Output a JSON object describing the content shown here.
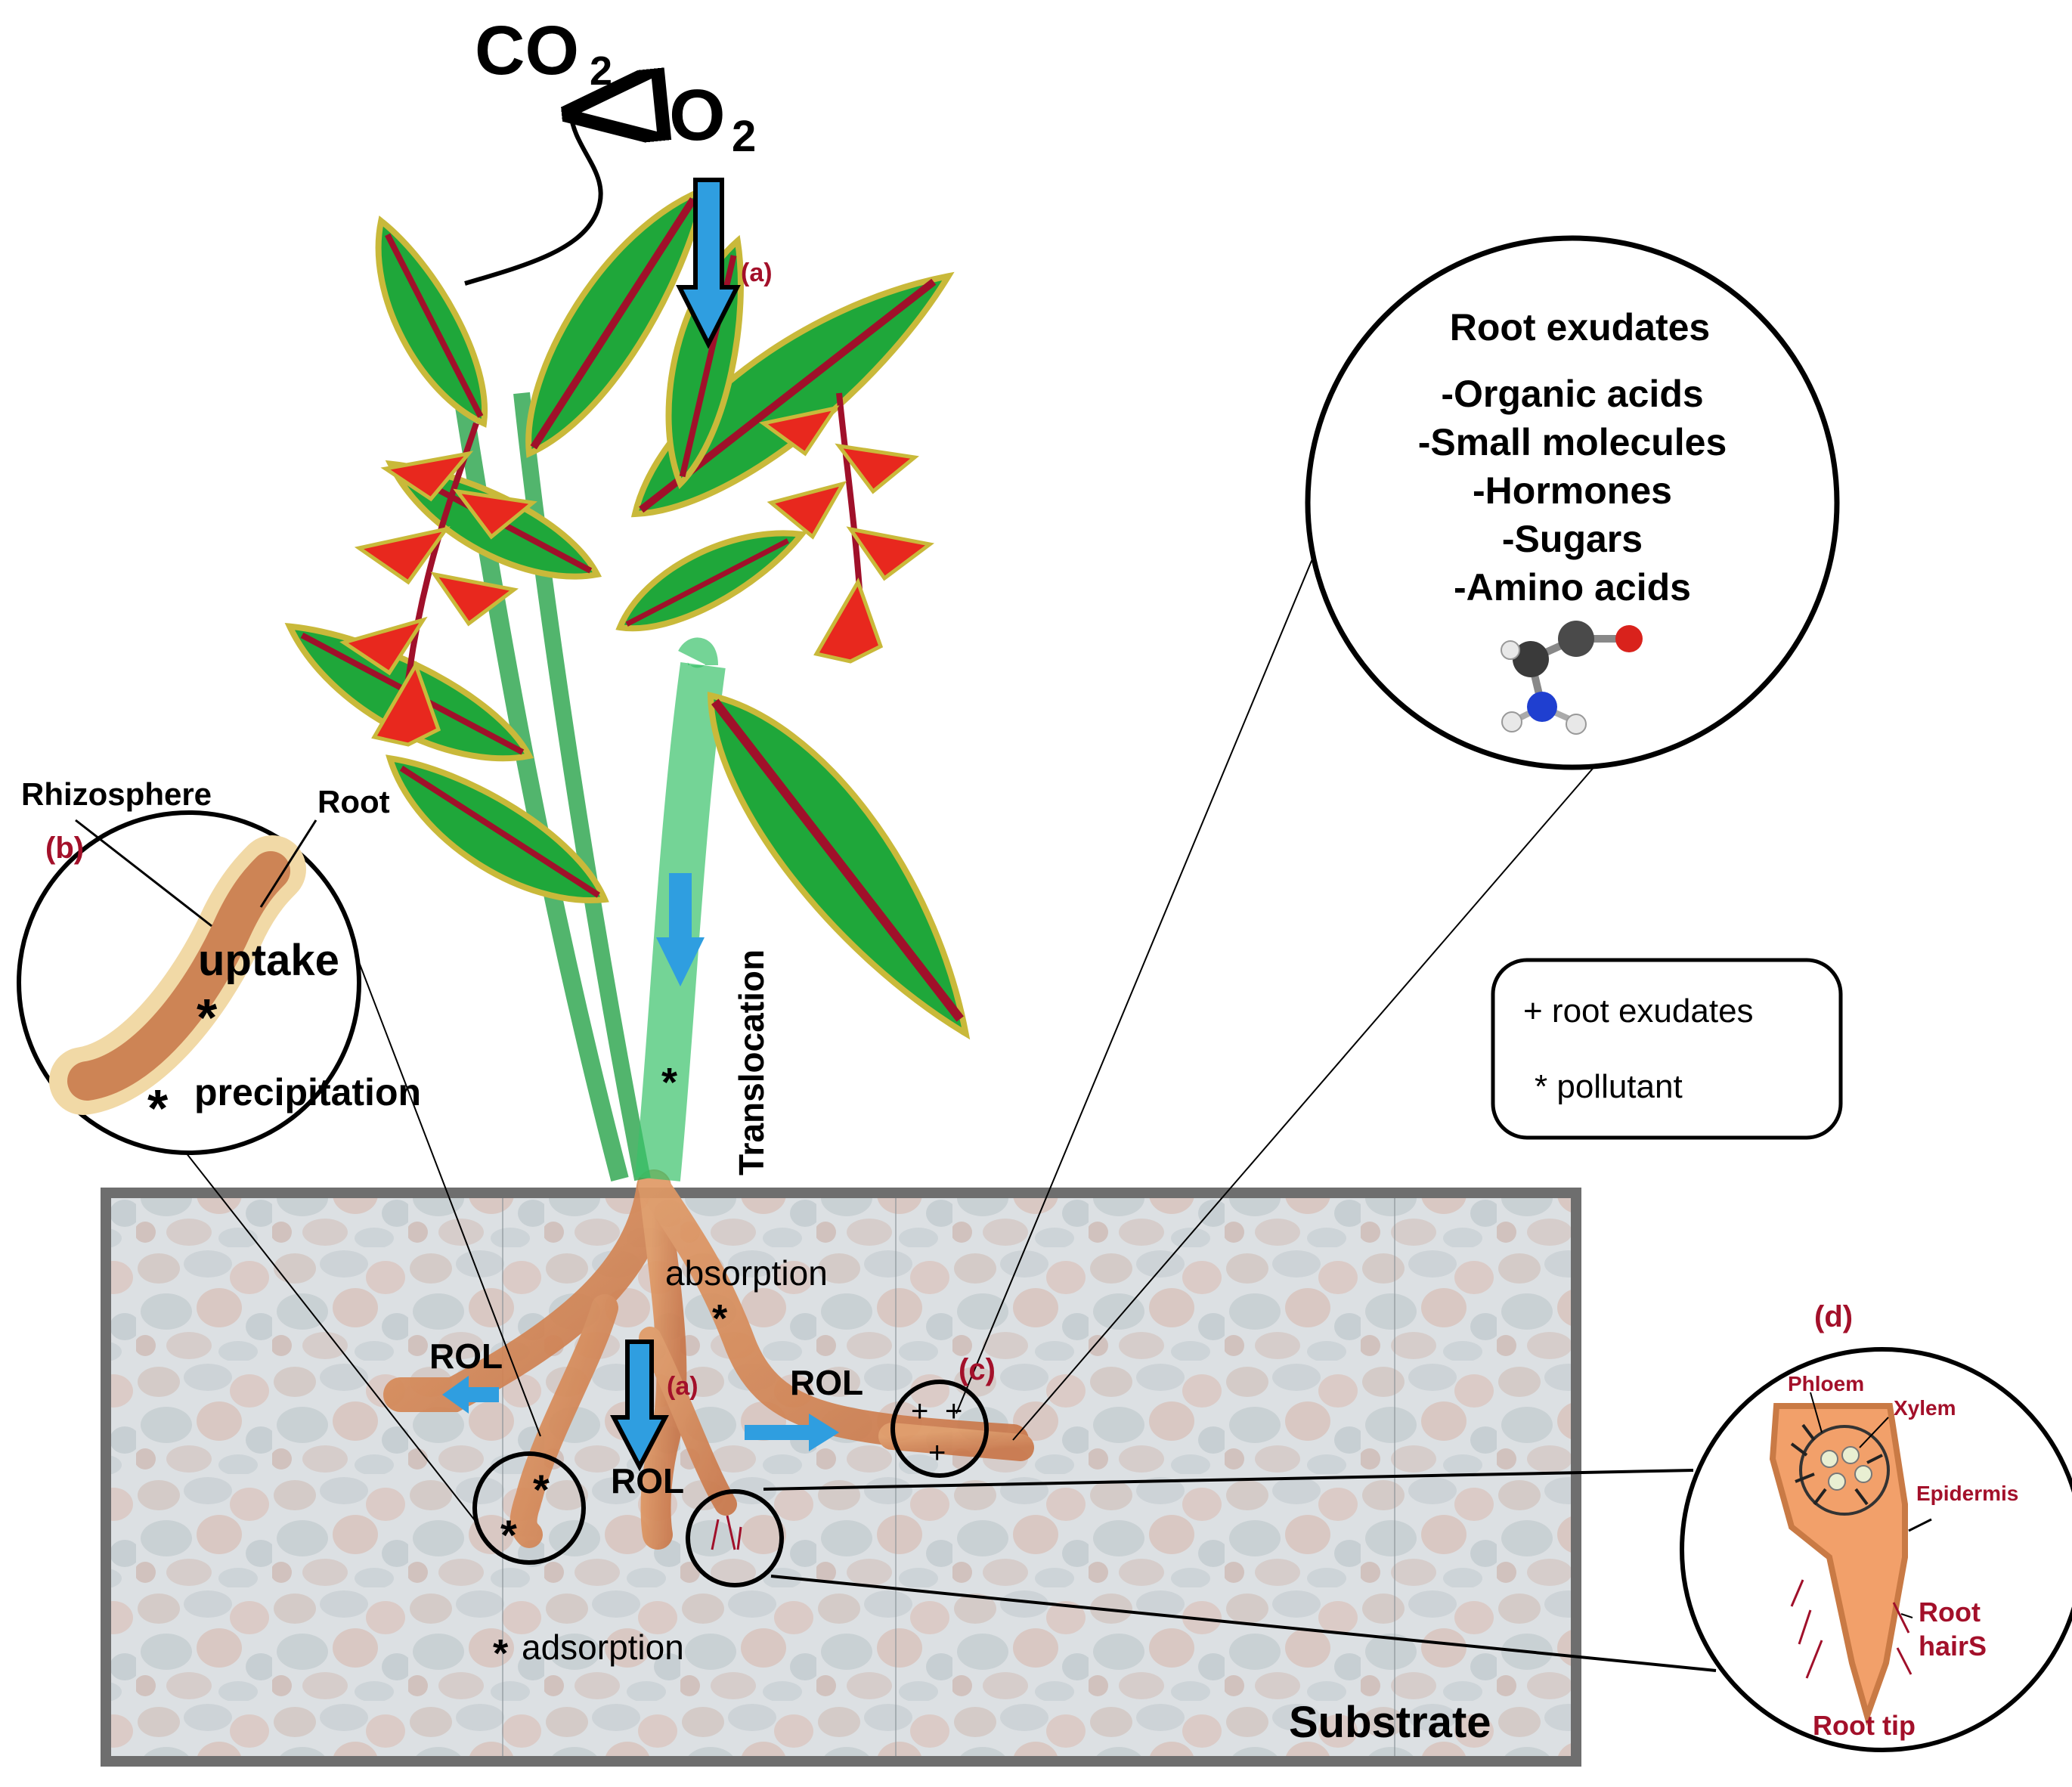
{
  "atmosphere": {
    "co2": "CO",
    "co2_sub": "2",
    "o2": "O",
    "o2_sub": "2",
    "marker_a_top": "(a)"
  },
  "plant": {
    "translocation": "Translocation",
    "pollutant_star": "*"
  },
  "inset_b": {
    "label": "(b)",
    "rhizosphere": "Rhizosphere",
    "root": "Root",
    "uptake": "uptake",
    "precipitation": "precipitation",
    "star": "*"
  },
  "exudates_bubble": {
    "title": "Root exudates",
    "items": [
      "-Organic acids",
      "-Small molecules",
      "-Hormones",
      "-Sugars",
      "-Amino acids"
    ]
  },
  "legend": {
    "exudates": "+ root exudates",
    "pollutant": "* pollutant"
  },
  "substrate": {
    "label": "Substrate",
    "absorption": "absorption",
    "adsorption": "adsorption",
    "rol_left": "ROL",
    "rol_center": "ROL",
    "rol_right": "ROL",
    "marker_a": "(a)",
    "marker_c": "(c)",
    "star": "*",
    "plus": "+"
  },
  "inset_d": {
    "label": "(d)",
    "phloem": "Phloem",
    "xylem": "Xylem",
    "epidermis": "Epidermis",
    "root_hairs_1": "Root",
    "root_hairs_2": "hairS",
    "root_tip": "Root tip"
  },
  "colors": {
    "leaf": "#1fa73a",
    "leaf_edge": "#c9b93a",
    "vein": "#a0102a",
    "flower": "#e8281e",
    "root": "#d98a55",
    "arrow_blue": "#2f9ee0",
    "maroon": "#a3102a",
    "substrate": "#c8ced3"
  }
}
